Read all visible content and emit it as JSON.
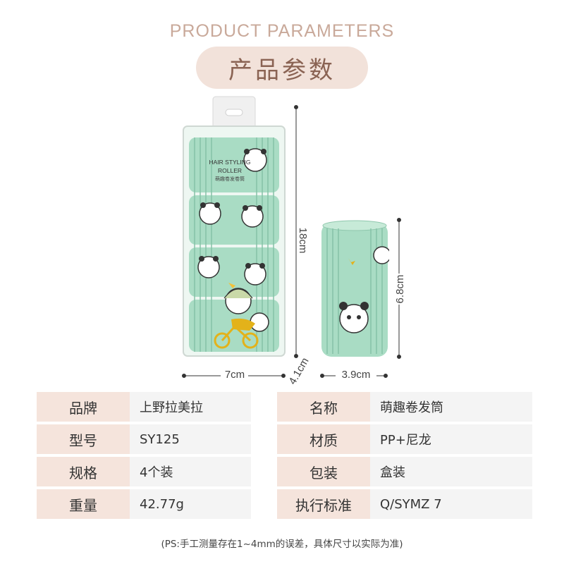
{
  "heading": {
    "english": "PRODUCT PARAMETERS",
    "chinese": "产品参数"
  },
  "package_print": {
    "line1": "HAIR STYLING",
    "line2": "ROLLER",
    "line3": "萌趣卷发卷筒"
  },
  "dimensions": {
    "package_height": "18cm",
    "package_width": "7cm",
    "package_depth": "4.1cm",
    "roller_height": "6.8cm",
    "roller_diameter": "3.9cm"
  },
  "params": {
    "left": [
      {
        "label": "品牌",
        "value": "上野拉美拉"
      },
      {
        "label": "型号",
        "value": "SY125"
      },
      {
        "label": "规格",
        "value": "4个装"
      },
      {
        "label": "重量",
        "value": "42.77g"
      }
    ],
    "right": [
      {
        "label": "名称",
        "value": "萌趣卷发筒"
      },
      {
        "label": "材质",
        "value": "PP+尼龙"
      },
      {
        "label": "包装",
        "value": "盒装"
      },
      {
        "label": "执行标准",
        "value": "Q/SYMZ 7"
      }
    ]
  },
  "footnote": "(PS:手工测量存在1~4mm的误差，具体尺寸以实际为准)",
  "colors": {
    "label_bg": "#f5e4dc",
    "value_bg": "#f4f4f4",
    "heading_en": "#c9a99a",
    "heading_zh": "#8a6353",
    "roller_green": "#a9dcc4"
  }
}
